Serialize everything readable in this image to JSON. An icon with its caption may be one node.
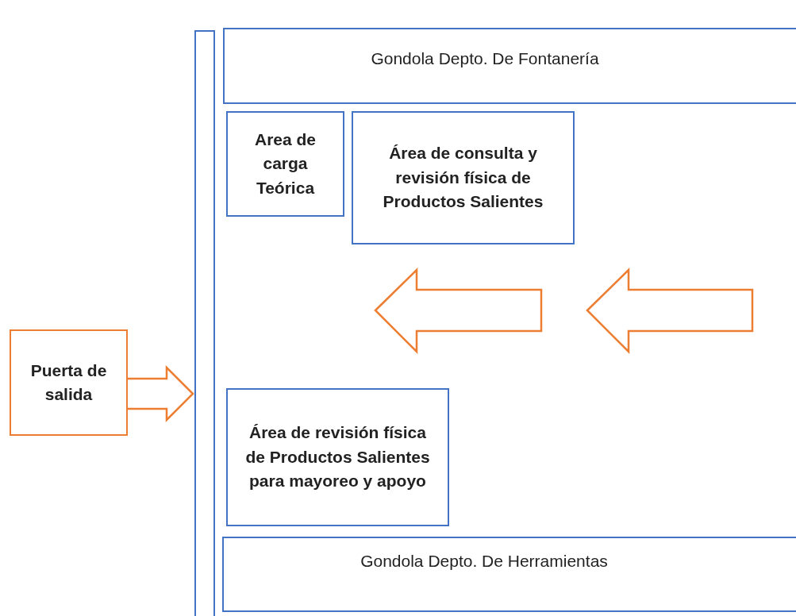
{
  "diagram": {
    "nodes": [
      {
        "text": [],
        "shape": "bar"
      },
      {
        "text": [
          "Gondola Depto. De Fontanería"
        ]
      },
      {
        "text": [
          "Area de carga Teórica"
        ]
      },
      {
        "text": [
          "Área de consulta y revisión física de Productos Salientes"
        ]
      },
      {
        "text": [
          "Puerta de salida"
        ]
      },
      {
        "text": [
          "Área de revisión física de Productos Salientes para mayoreo y apoyo"
        ]
      },
      {
        "text": [
          "Gondola Depto. De Herramientas"
        ]
      }
    ],
    "edges": [
      {
        "from": 4,
        "to": 0,
        "arrow": "to",
        "color": "#ed7d31"
      }
    ]
  }
}
